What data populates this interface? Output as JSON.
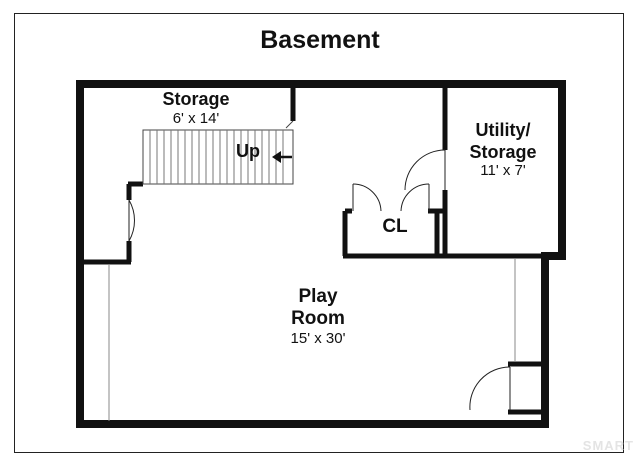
{
  "title": "Basement",
  "rooms": {
    "storage": {
      "name": "Storage",
      "dimensions": "6' x 14'"
    },
    "stairs": {
      "label": "Up"
    },
    "utility": {
      "name_line1": "Utility/",
      "name_line2": "Storage",
      "dimensions": "11' x 7'"
    },
    "closet": {
      "name": "CL"
    },
    "play_room": {
      "name_line1": "Play",
      "name_line2": "Room",
      "dimensions": "15' x 30'"
    }
  },
  "brand": "SMART"
}
